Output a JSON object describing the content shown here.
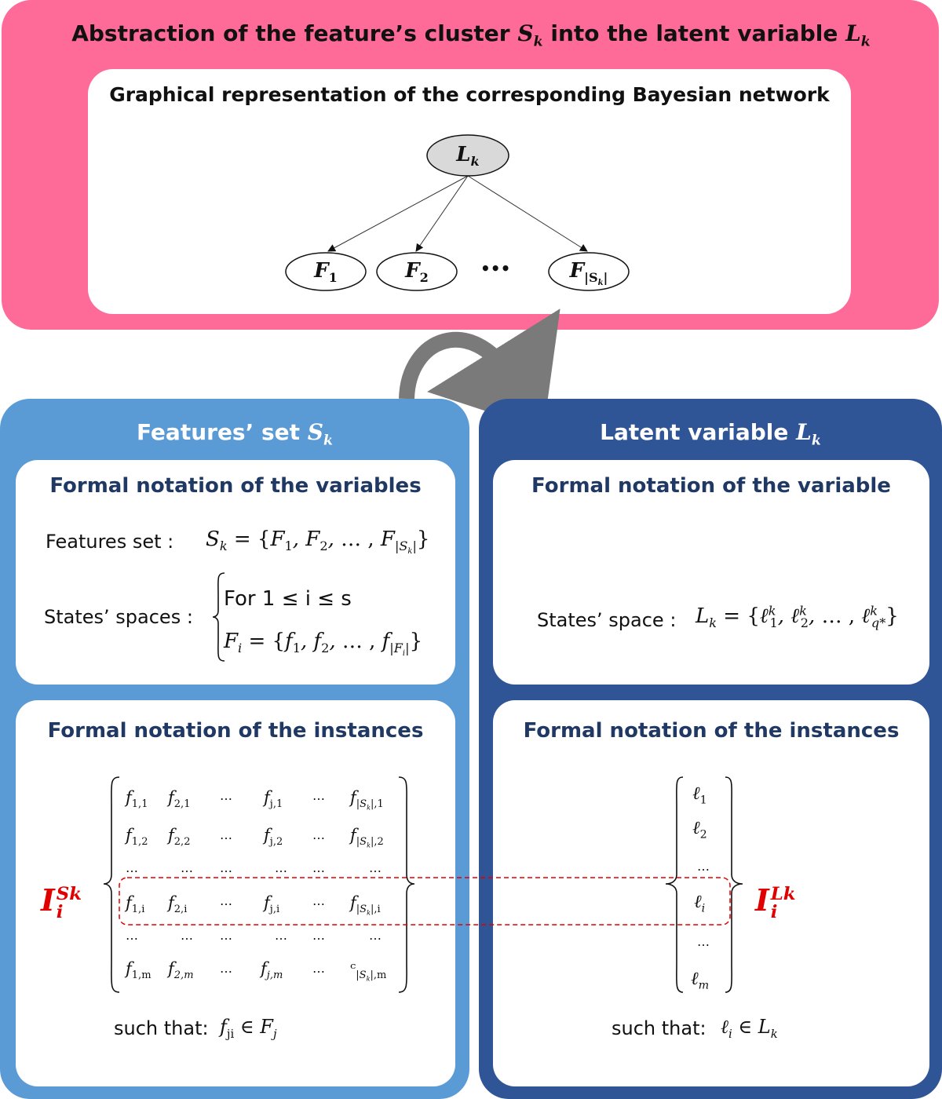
{
  "top": {
    "title_prefix": "Abstraction of the feature’s cluster ",
    "title_var1": "S",
    "title_var1_sub": "k",
    "title_mid": " into the latent variable ",
    "title_var2": "L",
    "title_var2_sub": "k",
    "network_title": "Graphical representation of the corresponding Bayesian network",
    "nodes": {
      "latent": {
        "base": "L",
        "sub": "k"
      },
      "children": [
        {
          "base": "F",
          "sub": "1"
        },
        {
          "base": "F",
          "sub": "2"
        },
        {
          "base": "F",
          "sub": "|S",
          "sub2": "k",
          "sub3": "|"
        }
      ],
      "ellipsis": "•••"
    }
  },
  "left_panel": {
    "title_prefix": "Features’ set ",
    "title_var": "S",
    "title_sub": "k",
    "variables_card": {
      "title": "Formal notation of the variables",
      "features_label": "Features set :",
      "states_label": "States’ spaces :",
      "line1": "For 1 ≤ i ≤ s"
    },
    "instances_card": {
      "title": "Formal notation of the instances",
      "label": {
        "base": "I",
        "sub": "i",
        "sup": "Sk"
      },
      "such_that": "such that:"
    }
  },
  "right_panel": {
    "title_prefix": "Latent variable ",
    "title_var": "L",
    "title_sub": "k",
    "variables_card": {
      "title": "Formal notation of the variable",
      "states_label": "States’ space :"
    },
    "instances_card": {
      "title": "Formal notation of the instances",
      "label": {
        "base": "I",
        "sub": "i",
        "sup": "Lk"
      },
      "such_that": "such that:"
    }
  },
  "colors": {
    "top_panel": "#ff6b98",
    "left_panel": "#5b9bd5",
    "right_panel": "#2f5597",
    "card_title": "#1f3864",
    "highlight": "#e00000",
    "latent_node": "#d9d9d9"
  }
}
